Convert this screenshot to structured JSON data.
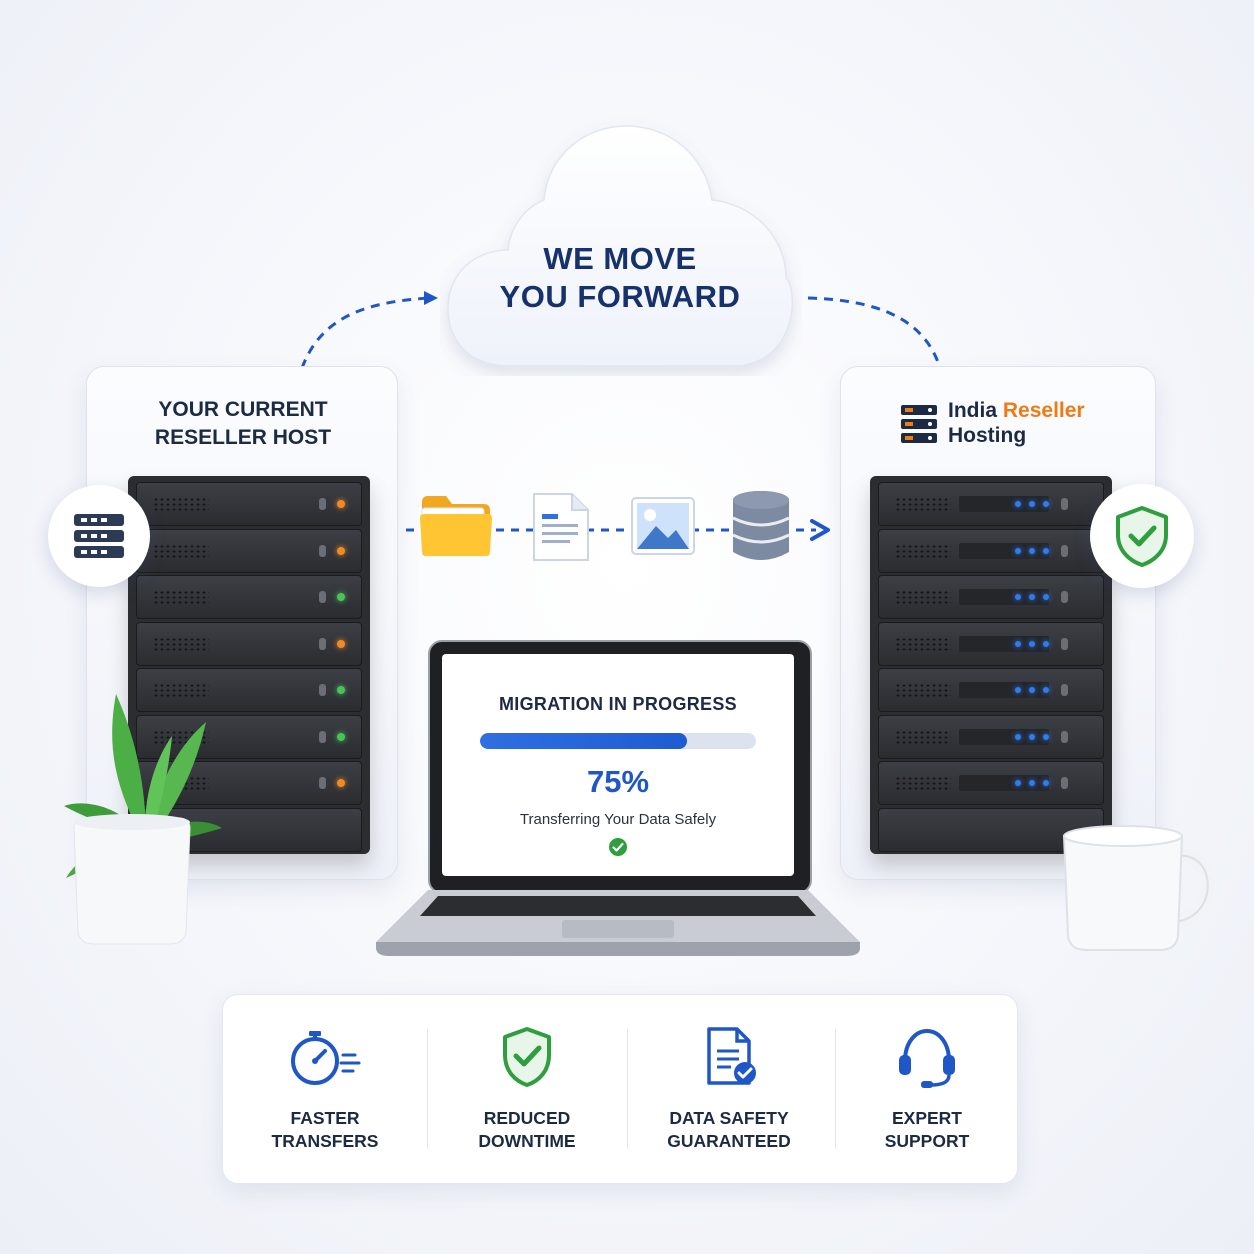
{
  "cloud": {
    "line1": "WE MOVE",
    "line2": "YOU FORWARD"
  },
  "left_panel": {
    "title_line1": "YOUR CURRENT",
    "title_line2": "RESELLER HOST"
  },
  "right_panel": {
    "brand_word1": "India",
    "brand_word2": "Reseller",
    "brand_word3": "Hosting",
    "brand_accent_color": "#ee7b14"
  },
  "transfer_icons": [
    "folder-icon",
    "document-icon",
    "image-icon",
    "database-icon"
  ],
  "laptop": {
    "status_title": "MIGRATION IN PROGRESS",
    "progress_percent": 75,
    "progress_label": "75%",
    "subtitle": "Transferring Your Data Safely"
  },
  "features": [
    {
      "icon": "stopwatch-icon",
      "label": "FASTER\nTRANSFERS"
    },
    {
      "icon": "shield-check-icon",
      "label": "REDUCED\nDOWNTIME"
    },
    {
      "icon": "document-check-icon",
      "label": "DATA SAFETY\nGUARANTEED"
    },
    {
      "icon": "headset-icon",
      "label": "EXPERT\nSUPPORT"
    }
  ],
  "colors": {
    "primary_blue": "#1f56c8",
    "navy": "#16316b",
    "success_green": "#2e9e3f",
    "orange_led": "#f08a24",
    "blue_led": "#2f7bf0"
  }
}
